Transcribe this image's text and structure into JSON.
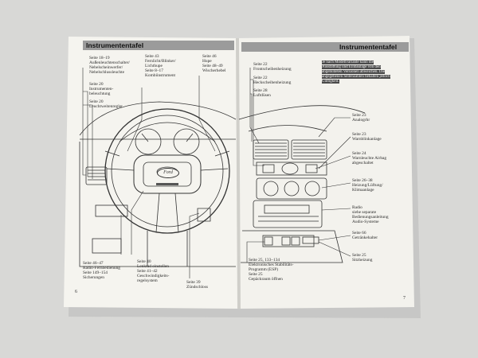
{
  "left_page": {
    "header": "Instrumententafel",
    "page_number": "6",
    "labels": {
      "l1": "Seite 18–19\nAußenleuchtenschalter/\nNebelscheinwerfer/\nNebelschlussleuchte",
      "l2": "Seite 20\nInstrumenten-\nbeleuchtung",
      "l3": "Seite 20\nLeuchtweitenregler",
      "l4": "Seite 43\nFernlicht/Blinker/\nLichthupe\nSeite 8–17\nKombiinstrument",
      "l5": "Seite 46\nHupe\nSeite 48–49\nWischerhebel",
      "l6": "Seite 46–47\nRadio-Fernbedienung\nSeite 149–154\nSicherungen",
      "l7": "Seite 40\nLenkrad einstellen\nSeite 41–42\nGeschwindigkeits-\nregelsystem",
      "l8": "Seite 39\nZündschloss"
    }
  },
  "right_page": {
    "header": "Instrumententafel",
    "page_number": "7",
    "note": "Je nach Modellvariante kann die Ausstattung und Einbaulage von den abgebildeten Versionen abweichen. Die angegebenen Seitenzahlen behalten jedoch Gültigkeit.",
    "labels": {
      "r1": "Seite 22\nFrontscheibenheizung",
      "r2": "Seite 22\nHeckscheibenheizung",
      "r3": "Seite 28\nLuftdüsen",
      "r4": "Seite 23\nAnalogrhr",
      "r5": "Seite 23\nWarnblinkanlage",
      "r6": "Seite 24\nWarnleuchte Airbag\nabgeschaltet",
      "r7": "Seite 26–38\nHeizung/Lüftung/\nKlimaanlage",
      "r8": "Radio\nsiehe separate\nBedienungsanleitung\nAudio-Systeme",
      "r9": "Seite 66\nGetränkehalter",
      "r10": "Seite 25\nSitzheizung",
      "r11": "Seite 25, 133–134\nElektronisches Stabilitäts-\nProgramm (ESP)\nSeite 25\nGepäckraum öffnen"
    }
  },
  "logo": {
    "text": "Ford"
  },
  "colors": {
    "background": "#d6d6d4",
    "paper": "#f4f3ee",
    "header_bar": "#9b9b9b",
    "line": "#333333"
  }
}
